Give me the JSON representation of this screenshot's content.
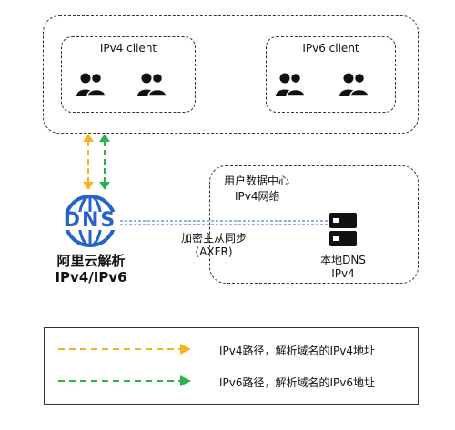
{
  "clients": {
    "ipv4_label": "IPv4 client",
    "ipv6_label": "IPv6 client"
  },
  "datacenter": {
    "title_line1": "用户数据中心",
    "title_line2": "IPv4网络",
    "local_dns_line1": "本地DNS",
    "local_dns_line2": "IPv4"
  },
  "dns": {
    "logo_text": "DNS",
    "name_line1": "阿里云解析",
    "name_line2": "IPv4/IPv6"
  },
  "sync": {
    "line1": "加密主从同步",
    "line2": "(AXFR)"
  },
  "legend": {
    "ipv4_path": "IPv4路径，解析域名的IPv4地址",
    "ipv6_path": "IPv6路径，解析域名的IPv6地址"
  },
  "colors": {
    "ipv4": "#f5b324",
    "ipv6": "#2bb04a",
    "dns_blue": "#2563c9"
  }
}
